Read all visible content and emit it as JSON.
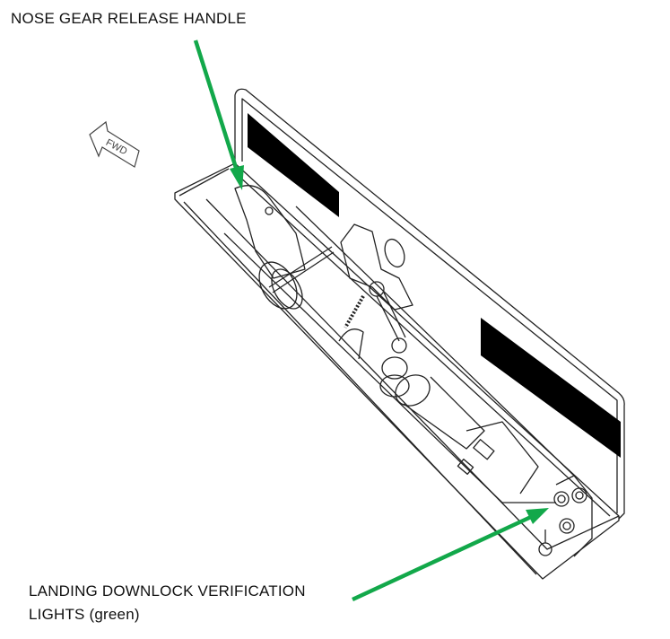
{
  "callouts": {
    "nose_gear": "NOSE GEAR RELEASE HANDLE",
    "downlock_line1": "LANDING DOWNLOCK VERIFICATION",
    "downlock_line2": "LIGHTS (green)"
  },
  "direction_marker": {
    "text": "FWD",
    "icon": "forward-arrow-icon"
  },
  "colors": {
    "arrow": "#12a84a",
    "line": "#222222",
    "placard": "#000000"
  }
}
